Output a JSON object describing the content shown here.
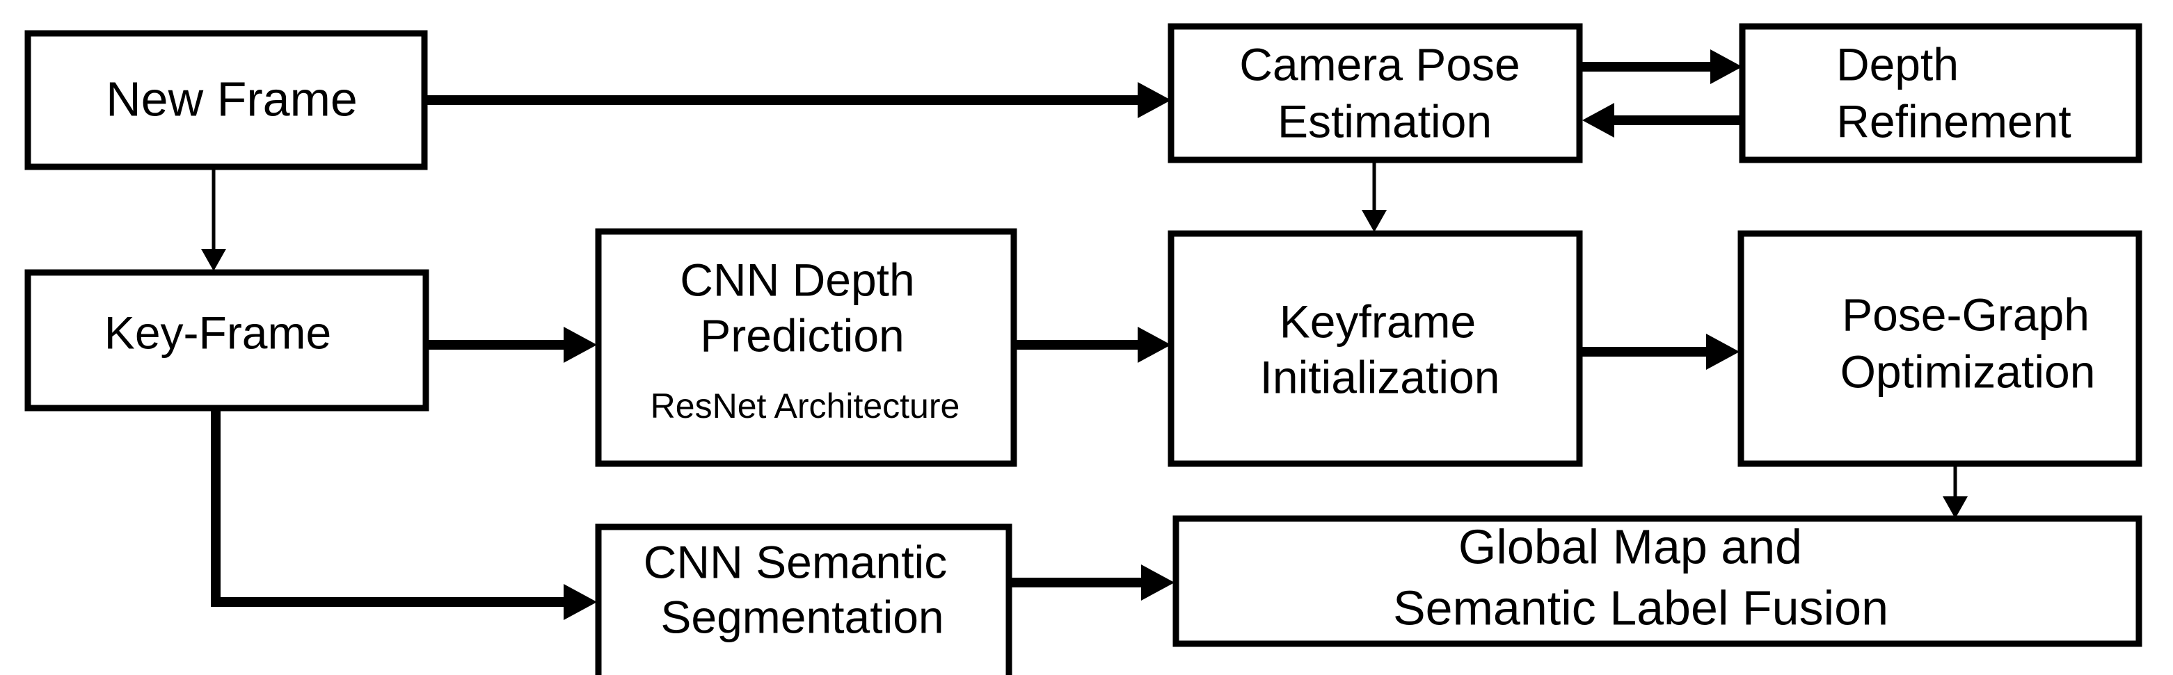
{
  "diagram": {
    "nodes": {
      "new_frame": {
        "lines": [
          "New Frame"
        ]
      },
      "camera_pose": {
        "lines": [
          "Camera Pose",
          "Estimation"
        ]
      },
      "depth_refinement": {
        "lines": [
          "Depth",
          "Refinement"
        ]
      },
      "key_frame": {
        "lines": [
          "Key-Frame"
        ]
      },
      "cnn_depth": {
        "lines": [
          "CNN Depth",
          "Prediction"
        ],
        "sublabel": "ResNet Architecture"
      },
      "keyframe_init": {
        "lines": [
          "Keyframe",
          "Initialization"
        ]
      },
      "pose_graph": {
        "lines": [
          "Pose-Graph",
          "Optimization"
        ]
      },
      "cnn_semantic": {
        "lines": [
          "CNN Semantic",
          "Segmentation"
        ]
      },
      "global_map": {
        "lines": [
          "Global Map and",
          "Semantic Label Fusion"
        ]
      }
    },
    "edges": [
      {
        "from": "new_frame",
        "to": "camera_pose",
        "weight": "thick"
      },
      {
        "from": "camera_pose",
        "to": "depth_refinement",
        "weight": "thick"
      },
      {
        "from": "depth_refinement",
        "to": "camera_pose",
        "weight": "thick"
      },
      {
        "from": "new_frame",
        "to": "key_frame",
        "weight": "thin"
      },
      {
        "from": "camera_pose",
        "to": "keyframe_init",
        "weight": "thin"
      },
      {
        "from": "key_frame",
        "to": "cnn_depth",
        "weight": "thick"
      },
      {
        "from": "cnn_depth",
        "to": "keyframe_init",
        "weight": "thick"
      },
      {
        "from": "keyframe_init",
        "to": "pose_graph",
        "weight": "thick"
      },
      {
        "from": "pose_graph",
        "to": "global_map",
        "weight": "thin"
      },
      {
        "from": "key_frame",
        "to": "cnn_semantic",
        "weight": "thick"
      },
      {
        "from": "cnn_semantic",
        "to": "global_map",
        "weight": "thick"
      }
    ]
  }
}
